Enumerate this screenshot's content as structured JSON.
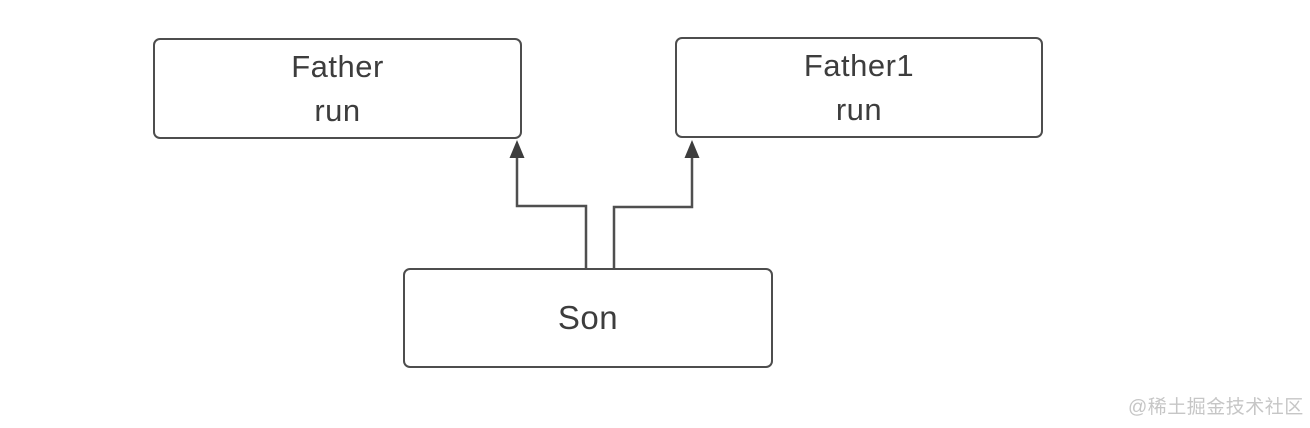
{
  "diagram": {
    "type": "inheritance-class-diagram",
    "nodes": {
      "father": {
        "label": "Father",
        "method": "run"
      },
      "father1": {
        "label": "Father1",
        "method": "run"
      },
      "son": {
        "label": "Son"
      }
    },
    "edges": [
      {
        "from": "son",
        "to": "father",
        "style": "elbow-arrow-up"
      },
      {
        "from": "son",
        "to": "father1",
        "style": "elbow-arrow-up"
      }
    ],
    "colors": {
      "border": "#4d4d4d",
      "line": "#4f4f4f",
      "arrowhead": "#3d3d3d",
      "text": "#3d3d3d",
      "background": "#ffffff",
      "watermark": "#c6c6c6"
    }
  },
  "watermark": {
    "text": "@稀土掘金技术社区"
  }
}
